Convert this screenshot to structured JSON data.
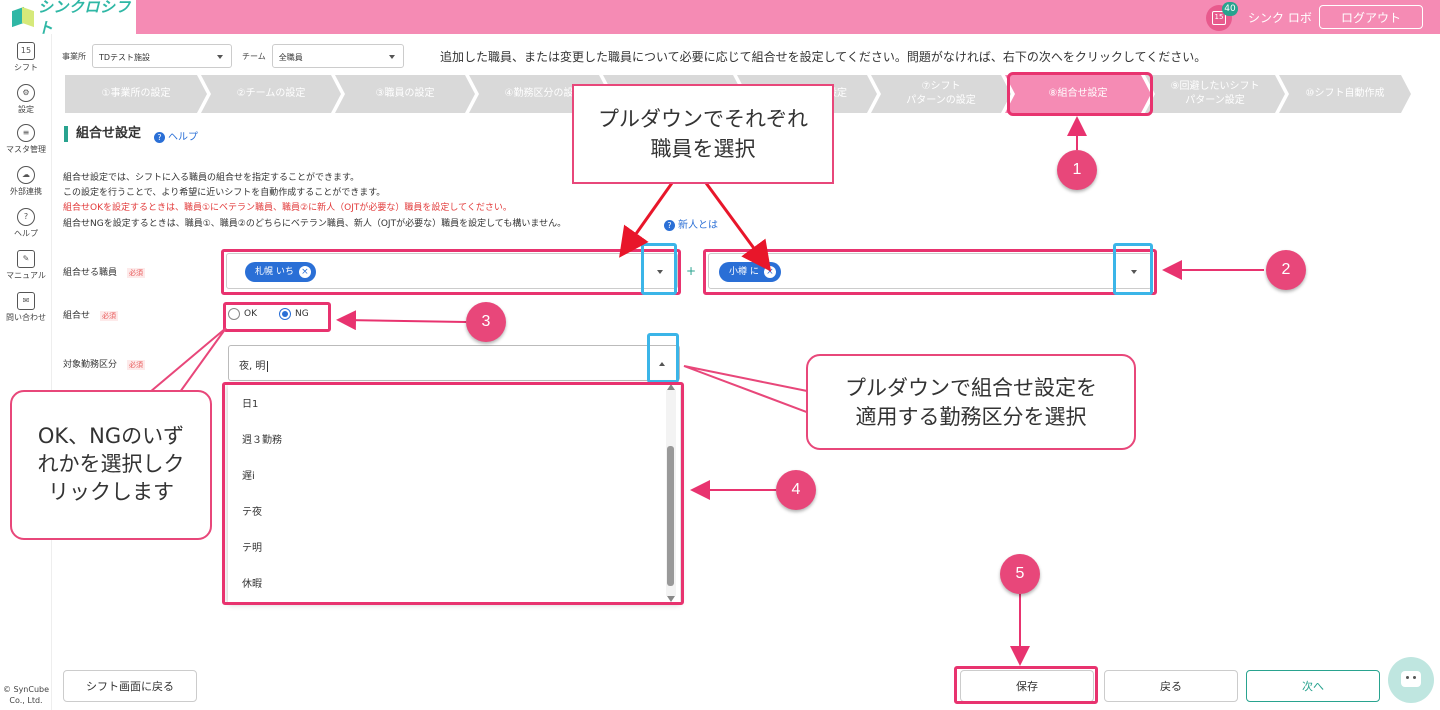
{
  "header": {
    "logo_text": "シンクロシフト",
    "calendar_day": "15",
    "notification_count": "40",
    "user_name": "シンク ロボ",
    "logout_label": "ログアウト"
  },
  "sidebar": {
    "items": [
      {
        "label": "シフト",
        "icon": "calendar-icon",
        "glyph": "15"
      },
      {
        "label": "設定",
        "icon": "gear-icon",
        "glyph": "⚙"
      },
      {
        "label": "マスタ管理",
        "icon": "database-icon",
        "glyph": "≡"
      },
      {
        "label": "外部連携",
        "icon": "cloud-icon",
        "glyph": "☁"
      },
      {
        "label": "ヘルプ",
        "icon": "help-icon",
        "glyph": "?"
      },
      {
        "label": "マニュアル",
        "icon": "edit-icon",
        "glyph": "✎"
      },
      {
        "label": "問い合わせ",
        "icon": "mail-icon",
        "glyph": "✉"
      }
    ],
    "copyright_line1": "© SynCube",
    "copyright_line2": "Co., Ltd."
  },
  "filters": {
    "office_label": "事業所",
    "office_value": "TDテスト施設",
    "team_label": "チーム",
    "team_value": "全職員"
  },
  "instruction": "追加した職員、または変更した職員について必要に応じて組合せを設定してください。問題がなければ、右下の次へをクリックしてください。",
  "steps": [
    {
      "line1": "①事業所の設定",
      "line2": ""
    },
    {
      "line1": "②チームの設定",
      "line2": ""
    },
    {
      "line1": "③職員の設定",
      "line2": ""
    },
    {
      "line1": "④勤務区分の設",
      "line2": ""
    },
    {
      "line1": "",
      "line2": ""
    },
    {
      "line1": "設定",
      "line2": ""
    },
    {
      "line1": "⑦シフト",
      "line2": "パターンの設定"
    },
    {
      "line1": "⑧組合せ設定",
      "line2": ""
    },
    {
      "line1": "⑨回避したいシフト",
      "line2": "パターン設定"
    },
    {
      "line1": "⑩シフト自動作成",
      "line2": ""
    }
  ],
  "section": {
    "title": "組合せ設定",
    "help_label": "ヘルプ"
  },
  "descriptions": {
    "line1": "組合せ設定では、シフトに入る職員の組合せを指定することができます。",
    "line2": "この設定を行うことで、より希望に近いシフトを自動作成することができます。",
    "line3": "組合せOKを設定するときは、職員①にベテラン職員、職員②に新人（OJTが必要な）職員を設定してください。",
    "line4": "組合せNGを設定するときは、職員①、職員②のどちらにベテラン職員、新人（OJTが必要な）職員を設定しても構いません。",
    "newbie_link": "新人とは"
  },
  "form": {
    "staff_label": "組合せる職員",
    "required": "必須",
    "staff1_chip": "札幌 いち",
    "staff2_chip": "小樽 に",
    "plus": "+",
    "combo_label": "組合せ",
    "ok_label": "OK",
    "ng_label": "NG",
    "shift_label": "対象勤務区分",
    "shift_value": "夜, 明"
  },
  "dropdown_options": [
    "日1",
    "週３勤務",
    "遅i",
    "テ夜",
    "テ明",
    "休暇"
  ],
  "buttons": {
    "back_to_shift": "シフト画面に戻る",
    "save": "保存",
    "back": "戻る",
    "next": "次へ"
  },
  "annotations": {
    "callout_top_line1": "プルダウンでそれぞれ",
    "callout_top_line2": "職員を選択",
    "callout_right_line1": "プルダウンで組合せ設定を",
    "callout_right_line2": "適用する勤務区分を選択",
    "callout_left_line1": "OK、NGのいず",
    "callout_left_line2": "れかを選択しク",
    "callout_left_line3": "リックします",
    "n1": "1",
    "n2": "2",
    "n3": "3",
    "n4": "4",
    "n5": "5"
  },
  "colors": {
    "header_pink": "#f58bb4",
    "accent_teal": "#29a38f",
    "chip_blue": "#2a6fd6",
    "annotation_pink": "#e8336f",
    "annotation_blue": "#3bb5e8"
  }
}
